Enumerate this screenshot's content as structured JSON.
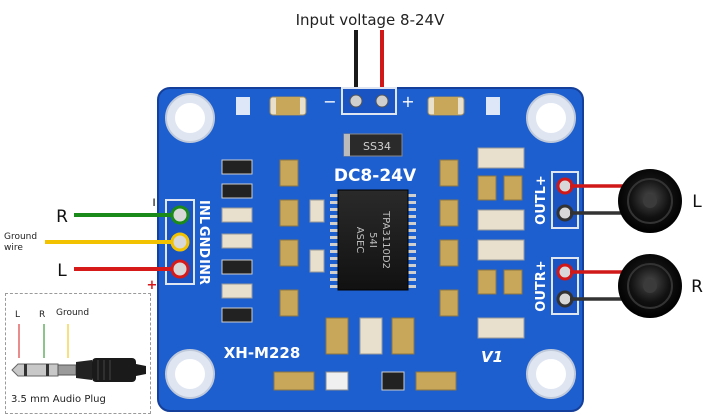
{
  "title": "Input voltage 8-24V",
  "supply": {
    "minus": "−",
    "plus": "+"
  },
  "board": {
    "color": "#1e5fd0",
    "edge_color": "#143f9a",
    "model": "XH-M228",
    "power_label": "DC8-24V",
    "chip_label": "TPA3110D2",
    "chip_lines": [
      "TPA3110D2",
      "54I",
      "ASEC"
    ],
    "diode_label": "SS34",
    "version": "V1",
    "input_pins": [
      "INL",
      "GND",
      "INR"
    ],
    "out_l": "OUTL+",
    "out_r": "OUTR+",
    "minus_mark": "−",
    "plus_mark": "+"
  },
  "inputs": {
    "r_label": "R",
    "ground_label_1": "Ground",
    "ground_label_2": "wire",
    "l_label": "L",
    "minus_mark": "ı",
    "plus_mark": "+",
    "colors": {
      "r": "#1a8a1a",
      "ground": "#f2c200",
      "l": "#d61a1a"
    }
  },
  "speakers": {
    "left": "L",
    "right": "R"
  },
  "plug": {
    "caption": "3.5 mm Audio Plug",
    "l": "L",
    "r": "R",
    "ground": "Ground"
  }
}
